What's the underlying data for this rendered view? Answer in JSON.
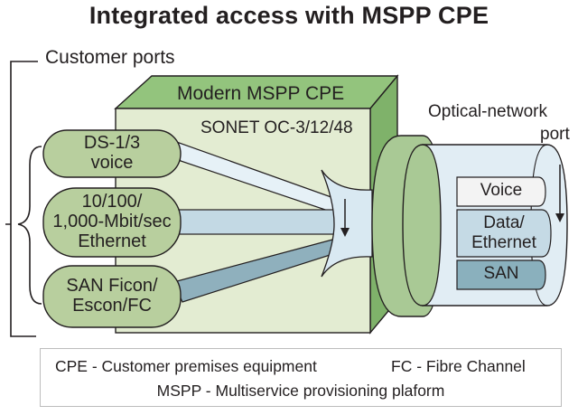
{
  "diagram": {
    "title": "Integrated access with MSPP CPE",
    "customer_ports_label": "Customer ports",
    "cpe_box_label": "Modern MSPP CPE",
    "sonet_label": "SONET OC-3/12/48",
    "optical_port_label_line1": "Optical-network",
    "optical_port_label_line2": "port",
    "ports": [
      {
        "line1": "DS-1/3",
        "line2": "voice",
        "line3": ""
      },
      {
        "line1": "10/100/",
        "line2": "1,000-Mbit/sec",
        "line3": "Ethernet"
      },
      {
        "line1": "SAN Ficon/",
        "line2": "Escon/FC",
        "line3": ""
      }
    ],
    "channels": [
      "Voice",
      "Data/",
      "Ethernet",
      "SAN"
    ],
    "legend": {
      "line1_left": "CPE - Customer premises equipment",
      "line1_right": "FC - Fibre Channel",
      "line2": "MSPP - Multiservice provisioning plaform"
    },
    "colors": {
      "box_front": "#e3ecd2",
      "box_top": "#93c47d",
      "box_side": "#7fb26a",
      "port_fill": "#b8cf9e",
      "pipe_voice": "#e6f1f7",
      "pipe_data": "#c3d9e4",
      "pipe_san": "#8fb0bd",
      "connector": "#d9e9f2",
      "cylinder_green": "#a9c995",
      "cylinder_blue": "#e1edf4",
      "channel_voice": "#f3f3f3",
      "channel_data": "#c5dae5",
      "channel_san": "#8ab0bd",
      "stroke": "#231f20"
    }
  }
}
